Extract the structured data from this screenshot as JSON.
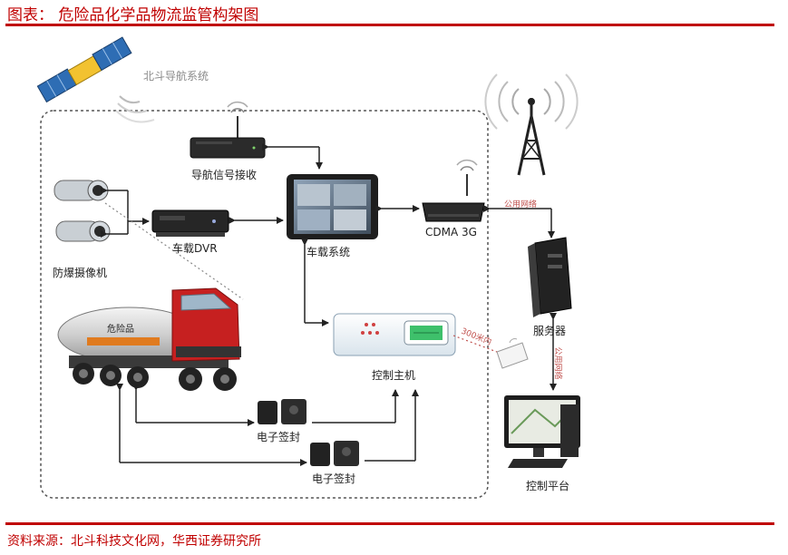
{
  "header": {
    "title": "图表：  危险品化学品物流监管构架图"
  },
  "footer": {
    "source": "资料来源：北斗科技文化网，华西证券研究所"
  },
  "diagram": {
    "satellite_label": "北斗导航系统",
    "nav_receiver_label": "导航信号接收",
    "dvr_label": "车载DVR",
    "onboard_system_label": "车载系统",
    "cdma_label": "CDMA 3G",
    "public_network_label": "公用网络",
    "public_network_vertical_label": "公用网络",
    "camera_label": "防爆摄像机",
    "server_label": "服务器",
    "controller_label": "控制主机",
    "distance_label": "300米内",
    "seal_1_label": "电子签封",
    "seal_2_label": "电子签封",
    "platform_label": "控制平台",
    "truck_text": "危险品"
  },
  "colors": {
    "accent": "#c00000",
    "arrow": "#222222",
    "dashed_border": "#555555"
  }
}
